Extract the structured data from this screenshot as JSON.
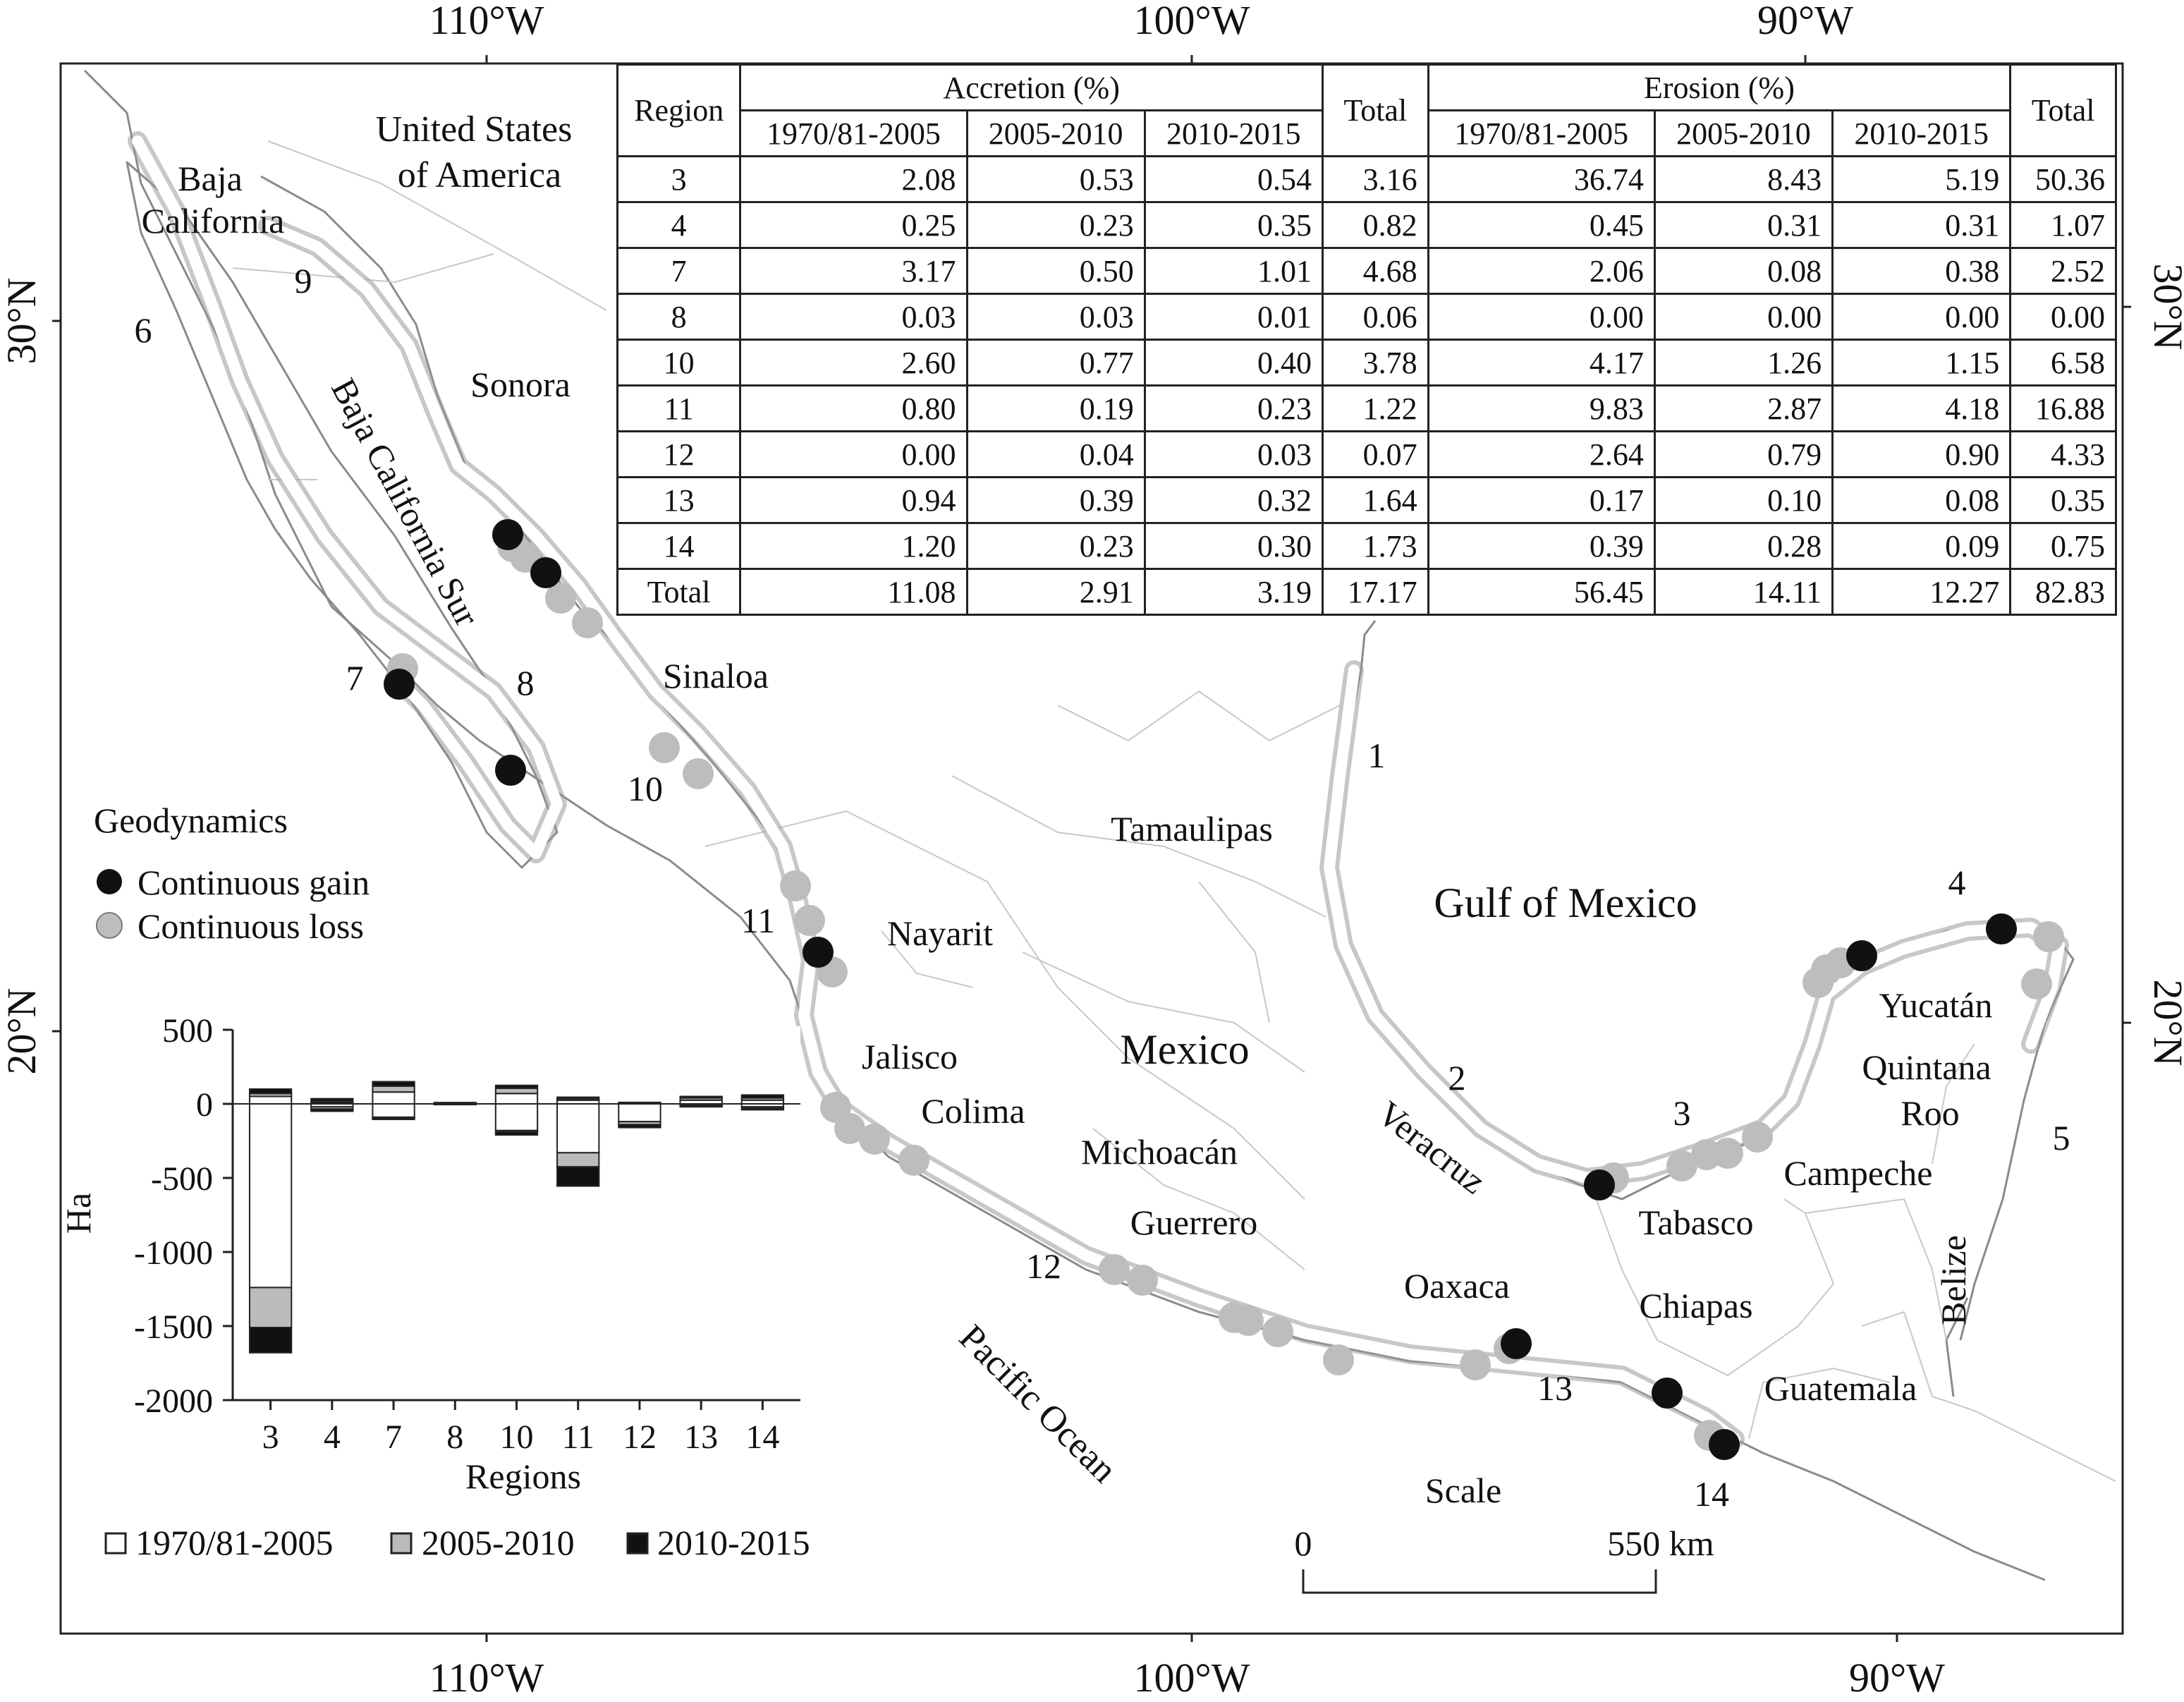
{
  "axes": {
    "lon_top": [
      "110°W",
      "100°W",
      "90°W"
    ],
    "lon_bottom": [
      "110°W",
      "100°W",
      "90°W"
    ],
    "lat_left": [
      "30°N",
      "20°N"
    ],
    "lat_right": [
      "30°N",
      "20°N"
    ]
  },
  "places": {
    "usa": [
      "United States",
      "of America"
    ],
    "baja_california": [
      "Baja",
      "California"
    ],
    "baja_california_sur": "Baja California Sur",
    "sonora": "Sonora",
    "sinaloa": "Sinaloa",
    "nayarit": "Nayarit",
    "jalisco": "Jalisco",
    "colima": "Colima",
    "michoacan": "Michoacán",
    "guerrero": "Guerrero",
    "oaxaca": "Oaxaca",
    "mexico": "Mexico",
    "tamaulipas": "Tamaulipas",
    "veracruz": "Veracruz",
    "tabasco": "Tabasco",
    "chiapas": "Chiapas",
    "campeche": "Campeche",
    "yucatan": "Yucatán",
    "quintana_roo": [
      "Quintana",
      "Roo"
    ],
    "belize": "Belize",
    "guatemala": "Guatemala",
    "gulf": "Gulf of Mexico",
    "pacific": "Pacific Ocean"
  },
  "regions": [
    "1",
    "2",
    "3",
    "4",
    "5",
    "6",
    "7",
    "8",
    "9",
    "10",
    "11",
    "12",
    "13",
    "14"
  ],
  "legend": {
    "title": "Geodynamics",
    "gain": "Continuous gain",
    "loss": "Continuous loss",
    "colors": {
      "gain": "#111111",
      "loss": "#bdbdbd"
    }
  },
  "scale": {
    "title": "Scale",
    "min": "0",
    "max": "550 km"
  },
  "table": {
    "region_header": "Region",
    "accretion_header": "Accretion (%)",
    "erosion_header": "Erosion (%)",
    "total_header": "Total",
    "periods": [
      "1970/81-2005",
      "2005-2010",
      "2010-2015"
    ],
    "rows": [
      {
        "region": "3",
        "a": [
          "2.08",
          "0.53",
          "0.54"
        ],
        "at": "3.16",
        "e": [
          "36.74",
          "8.43",
          "5.19"
        ],
        "et": "50.36"
      },
      {
        "region": "4",
        "a": [
          "0.25",
          "0.23",
          "0.35"
        ],
        "at": "0.82",
        "e": [
          "0.45",
          "0.31",
          "0.31"
        ],
        "et": "1.07"
      },
      {
        "region": "7",
        "a": [
          "3.17",
          "0.50",
          "1.01"
        ],
        "at": "4.68",
        "e": [
          "2.06",
          "0.08",
          "0.38"
        ],
        "et": "2.52"
      },
      {
        "region": "8",
        "a": [
          "0.03",
          "0.03",
          "0.01"
        ],
        "at": "0.06",
        "e": [
          "0.00",
          "0.00",
          "0.00"
        ],
        "et": "0.00"
      },
      {
        "region": "10",
        "a": [
          "2.60",
          "0.77",
          "0.40"
        ],
        "at": "3.78",
        "e": [
          "4.17",
          "1.26",
          "1.15"
        ],
        "et": "6.58"
      },
      {
        "region": "11",
        "a": [
          "0.80",
          "0.19",
          "0.23"
        ],
        "at": "1.22",
        "e": [
          "9.83",
          "2.87",
          "4.18"
        ],
        "et": "16.88"
      },
      {
        "region": "12",
        "a": [
          "0.00",
          "0.04",
          "0.03"
        ],
        "at": "0.07",
        "e": [
          "2.64",
          "0.79",
          "0.90"
        ],
        "et": "4.33"
      },
      {
        "region": "13",
        "a": [
          "0.94",
          "0.39",
          "0.32"
        ],
        "at": "1.64",
        "e": [
          "0.17",
          "0.10",
          "0.08"
        ],
        "et": "0.35"
      },
      {
        "region": "14",
        "a": [
          "1.20",
          "0.23",
          "0.30"
        ],
        "at": "1.73",
        "e": [
          "0.39",
          "0.28",
          "0.09"
        ],
        "et": "0.75"
      },
      {
        "region": "Total",
        "a": [
          "11.08",
          "2.91",
          "3.19"
        ],
        "at": "17.17",
        "e": [
          "56.45",
          "14.11",
          "12.27"
        ],
        "et": "82.83"
      }
    ]
  },
  "chart_data": {
    "type": "bar",
    "stacked": true,
    "xlabel": "Regions",
    "ylabel": "Ha",
    "ylim": [
      -2000,
      500
    ],
    "yticks": [
      "500",
      "0",
      "-500",
      "-1000",
      "-1500",
      "-2000"
    ],
    "categories": [
      "3",
      "4",
      "7",
      "8",
      "10",
      "11",
      "12",
      "13",
      "14"
    ],
    "series": [
      {
        "name": "1970/81-2005",
        "color": "#ffffff",
        "positive": [
          50,
          10,
          80,
          4,
          70,
          25,
          0,
          25,
          25
        ],
        "negative": [
          -1240,
          -20,
          -90,
          -5,
          -180,
          -330,
          -120,
          -10,
          -20
        ]
      },
      {
        "name": "2005-2010",
        "color": "#bbbbbb",
        "positive": [
          20,
          10,
          40,
          3,
          35,
          10,
          5,
          15,
          15
        ],
        "negative": [
          -270,
          -15,
          -5,
          0,
          -10,
          -95,
          -20,
          -5,
          -10
        ]
      },
      {
        "name": "2010-2015",
        "color": "#111111",
        "positive": [
          30,
          15,
          30,
          2,
          20,
          10,
          5,
          10,
          20
        ],
        "negative": [
          -170,
          -15,
          -10,
          0,
          -20,
          -130,
          -20,
          -5,
          -10
        ]
      }
    ]
  }
}
